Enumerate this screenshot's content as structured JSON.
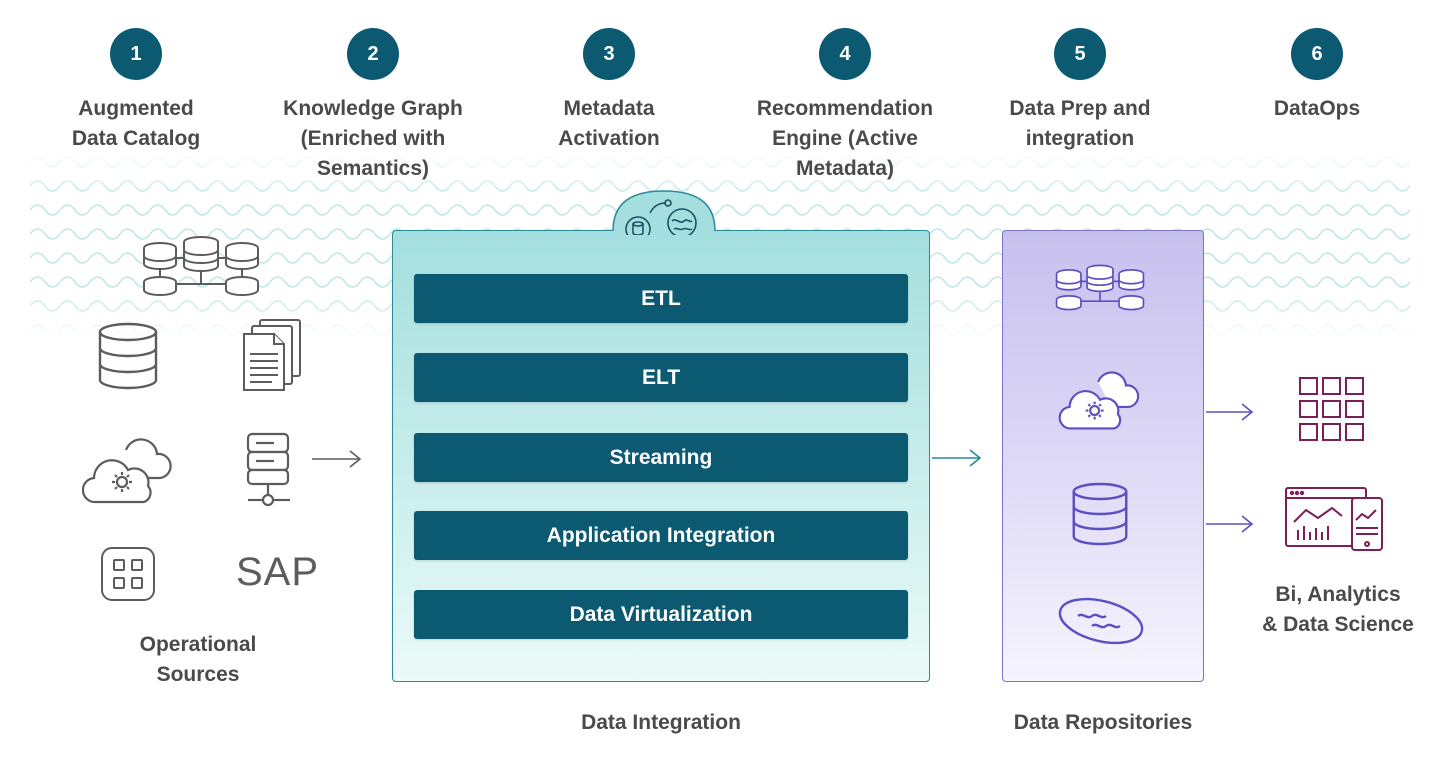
{
  "steps": [
    {
      "number": "1",
      "label": "Augmented\nData Catalog"
    },
    {
      "number": "2",
      "label": "Knowledge Graph\n(Enriched with\nSemantics)"
    },
    {
      "number": "3",
      "label": "Metadata\nActivation"
    },
    {
      "number": "4",
      "label": "Recommendation\nEngine (Active\nMetadata)"
    },
    {
      "number": "5",
      "label": "Data Prep and\nintegration"
    },
    {
      "number": "6",
      "label": "DataOps"
    }
  ],
  "sources": {
    "sap_text": "SAP",
    "caption": "Operational\nSources",
    "icons": [
      "database-network-icon",
      "database-icon",
      "documents-icon",
      "cloud-gear-icon",
      "server-icon",
      "app-grid-icon"
    ]
  },
  "integration": {
    "caption": "Data Integration",
    "methods": [
      "ETL",
      "ELT",
      "Streaming",
      "Application Integration",
      "Data Virtualization"
    ],
    "badge_icon": "data-flow-icon"
  },
  "repositories": {
    "caption": "Data Repositories",
    "icons": [
      "database-network-icon",
      "cloud-gear-icon",
      "database-icon",
      "data-lake-icon"
    ]
  },
  "outputs": {
    "caption": "Bi, Analytics\n& Data Science",
    "icons": [
      "grid-icon",
      "dashboard-icon"
    ]
  },
  "colors": {
    "step_circle": "#0b5a72",
    "method_bar": "#0b5a72",
    "integration_border": "#2a8a95",
    "repo_border": "#7c72cc",
    "output_icon": "#7b1f56",
    "wave": "#b9e6e4"
  }
}
